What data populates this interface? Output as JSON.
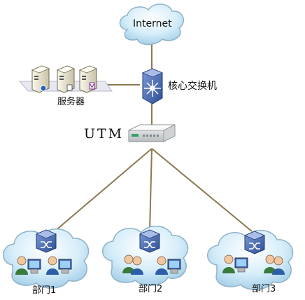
{
  "labels": {
    "internet": "Internet",
    "core_switch": "核心交换机",
    "servers": "服务器",
    "utm": "UTM",
    "dept1": "部门1",
    "dept2": "部门2",
    "dept3": "部门3"
  },
  "colors": {
    "link": "#8a7a52",
    "cloud_fill": "#bfe3f6",
    "cloud_edge": "#7fa9c4",
    "switch_blue": "#3d5ea8"
  },
  "icons": [
    "cloud-icon",
    "core-switch-icon",
    "server-icon",
    "utm-device-icon",
    "switch-icon",
    "user-icon",
    "computer-icon"
  ]
}
